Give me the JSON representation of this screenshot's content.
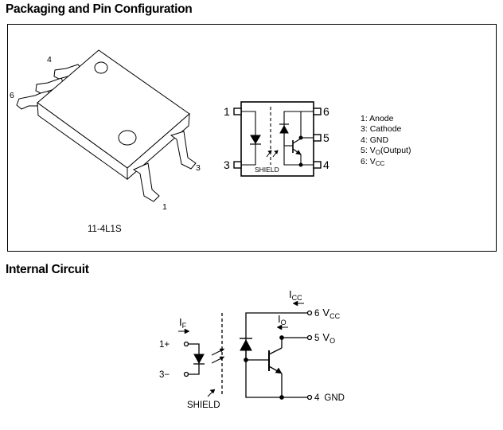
{
  "headings": {
    "packaging": "Packaging and Pin Configuration",
    "internal": "Internal Circuit"
  },
  "package": {
    "pin_numbers": [
      "4",
      "6",
      "3",
      "1"
    ],
    "code": "11-4L1S"
  },
  "pin_diagram": {
    "pins_left": [
      "1",
      "3"
    ],
    "pins_right": [
      "6",
      "5",
      "4"
    ],
    "shield_label": "SHIELD"
  },
  "pin_list": [
    {
      "num": "1",
      "name": "Anode",
      "sub": ""
    },
    {
      "num": "3",
      "name": "Cathode",
      "sub": ""
    },
    {
      "num": "4",
      "name": "GND",
      "sub": ""
    },
    {
      "num": "5",
      "name": "V",
      "sub": "O",
      "suffix": "(Output)"
    },
    {
      "num": "6",
      "name": "V",
      "sub": "CC",
      "suffix": ""
    }
  ],
  "internal_circuit": {
    "current_if": {
      "main": "I",
      "sub": "F"
    },
    "current_icc": {
      "main": "I",
      "sub": "CC"
    },
    "current_io": {
      "main": "I",
      "sub": "O"
    },
    "pin1": "1",
    "pin1_sign": "+",
    "pin3": "3",
    "pin3_sign": "−",
    "pin6": {
      "num": "6",
      "label": "V",
      "sub": "CC"
    },
    "pin5": {
      "num": "5",
      "label": "V",
      "sub": "O"
    },
    "pin4": {
      "num": "4",
      "label": "GND"
    },
    "shield_label": "SHIELD"
  }
}
